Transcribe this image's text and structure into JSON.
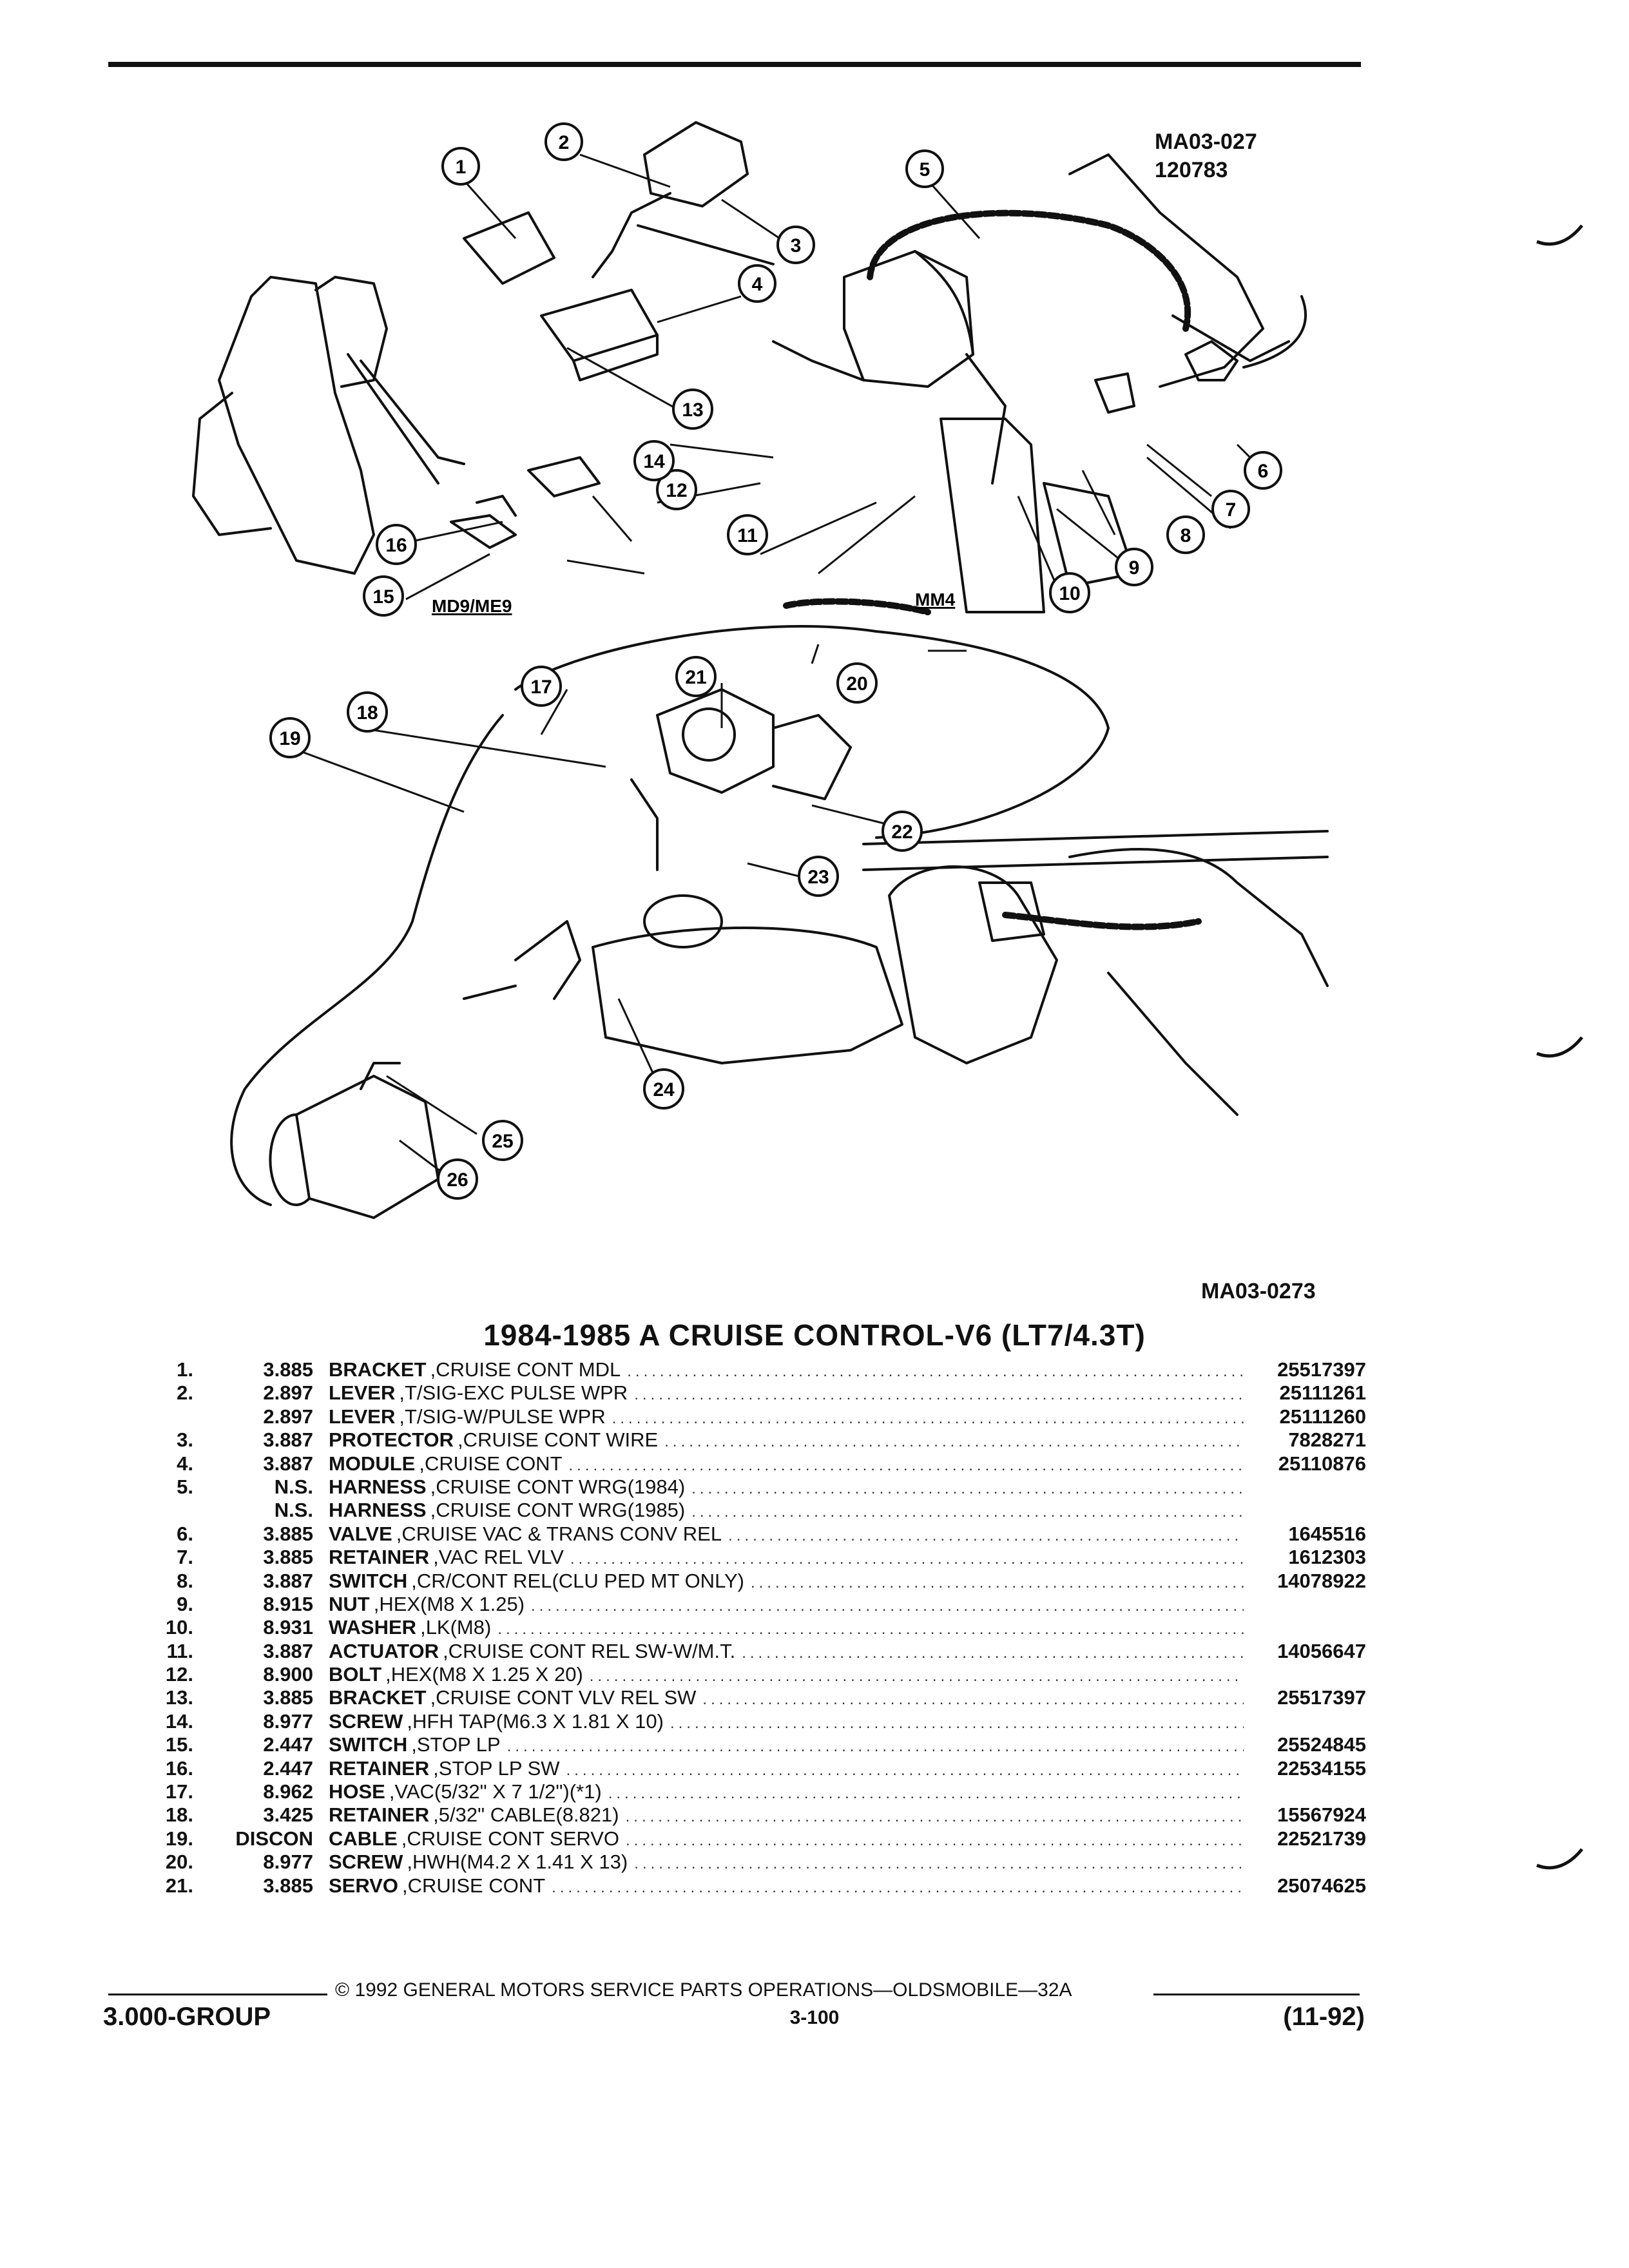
{
  "header": {
    "code_top_1": "MA03-027",
    "code_top_2": "120783",
    "code_bottom": "MA03-0273"
  },
  "diagram": {
    "label_left": "MD9/ME9",
    "label_right": "MM4",
    "callouts": [
      "1",
      "2",
      "3",
      "4",
      "5",
      "6",
      "7",
      "8",
      "9",
      "10",
      "11",
      "12",
      "13",
      "14",
      "15",
      "16",
      "17",
      "18",
      "19",
      "20",
      "21",
      "22",
      "23",
      "24",
      "25",
      "26"
    ]
  },
  "title": "1984-1985 A CRUISE CONTROL-V6 (LT7/4.3T)",
  "parts": [
    {
      "num": "1.",
      "group": "3.885",
      "name": "BRACKET",
      "desc": ",CRUISE CONT MDL",
      "pn": "25517397"
    },
    {
      "num": "2.",
      "group": "2.897",
      "name": "LEVER",
      "desc": ",T/SIG-EXC PULSE WPR",
      "pn": "25111261"
    },
    {
      "num": "",
      "group": "2.897",
      "name": "LEVER",
      "desc": ",T/SIG-W/PULSE WPR",
      "pn": "25111260"
    },
    {
      "num": "3.",
      "group": "3.887",
      "name": "PROTECTOR",
      "desc": ",CRUISE CONT WIRE",
      "pn": "7828271"
    },
    {
      "num": "4.",
      "group": "3.887",
      "name": "MODULE",
      "desc": ",CRUISE CONT",
      "pn": "25110876"
    },
    {
      "num": "5.",
      "group": "N.S.",
      "name": "HARNESS",
      "desc": ",CRUISE CONT WRG(1984)",
      "pn": ""
    },
    {
      "num": "",
      "group": "N.S.",
      "name": "HARNESS",
      "desc": ",CRUISE CONT WRG(1985)",
      "pn": ""
    },
    {
      "num": "6.",
      "group": "3.885",
      "name": "VALVE",
      "desc": ",CRUISE VAC & TRANS CONV REL",
      "pn": "1645516"
    },
    {
      "num": "7.",
      "group": "3.885",
      "name": "RETAINER",
      "desc": ",VAC REL VLV",
      "pn": "1612303"
    },
    {
      "num": "8.",
      "group": "3.887",
      "name": "SWITCH",
      "desc": ",CR/CONT REL(CLU PED MT ONLY)",
      "pn": "14078922"
    },
    {
      "num": "9.",
      "group": "8.915",
      "name": "NUT",
      "desc": ",HEX(M8 X 1.25)",
      "pn": ""
    },
    {
      "num": "10.",
      "group": "8.931",
      "name": "WASHER",
      "desc": ",LK(M8)",
      "pn": ""
    },
    {
      "num": "11.",
      "group": "3.887",
      "name": "ACTUATOR",
      "desc": ",CRUISE CONT REL SW-W/M.T.",
      "pn": "14056647"
    },
    {
      "num": "12.",
      "group": "8.900",
      "name": "BOLT",
      "desc": ",HEX(M8 X 1.25 X 20)",
      "pn": ""
    },
    {
      "num": "13.",
      "group": "3.885",
      "name": "BRACKET",
      "desc": ",CRUISE CONT VLV REL SW",
      "pn": "25517397"
    },
    {
      "num": "14.",
      "group": "8.977",
      "name": "SCREW",
      "desc": ",HFH TAP(M6.3 X 1.81 X 10)",
      "pn": ""
    },
    {
      "num": "15.",
      "group": "2.447",
      "name": "SWITCH",
      "desc": ",STOP LP",
      "pn": "25524845"
    },
    {
      "num": "16.",
      "group": "2.447",
      "name": "RETAINER",
      "desc": ",STOP LP SW",
      "pn": "22534155"
    },
    {
      "num": "17.",
      "group": "8.962",
      "name": "HOSE",
      "desc": ",VAC(5/32\" X 7 1/2\")(*1)",
      "pn": ""
    },
    {
      "num": "18.",
      "group": "3.425",
      "name": "RETAINER",
      "desc": ",5/32\" CABLE(8.821)",
      "pn": "15567924"
    },
    {
      "num": "19.",
      "group": "DISCON",
      "name": "CABLE",
      "desc": ",CRUISE CONT SERVO",
      "pn": "22521739"
    },
    {
      "num": "20.",
      "group": "8.977",
      "name": "SCREW",
      "desc": ",HWH(M4.2 X 1.41 X 13)",
      "pn": ""
    },
    {
      "num": "21.",
      "group": "3.885",
      "name": "SERVO",
      "desc": ",CRUISE CONT",
      "pn": "25074625"
    }
  ],
  "footer": {
    "copyright": "© 1992 GENERAL MOTORS SERVICE PARTS OPERATIONS—OLDSMOBILE—32A",
    "group": "3.000-GROUP",
    "page": "3-100",
    "revision": "(11-92)"
  }
}
